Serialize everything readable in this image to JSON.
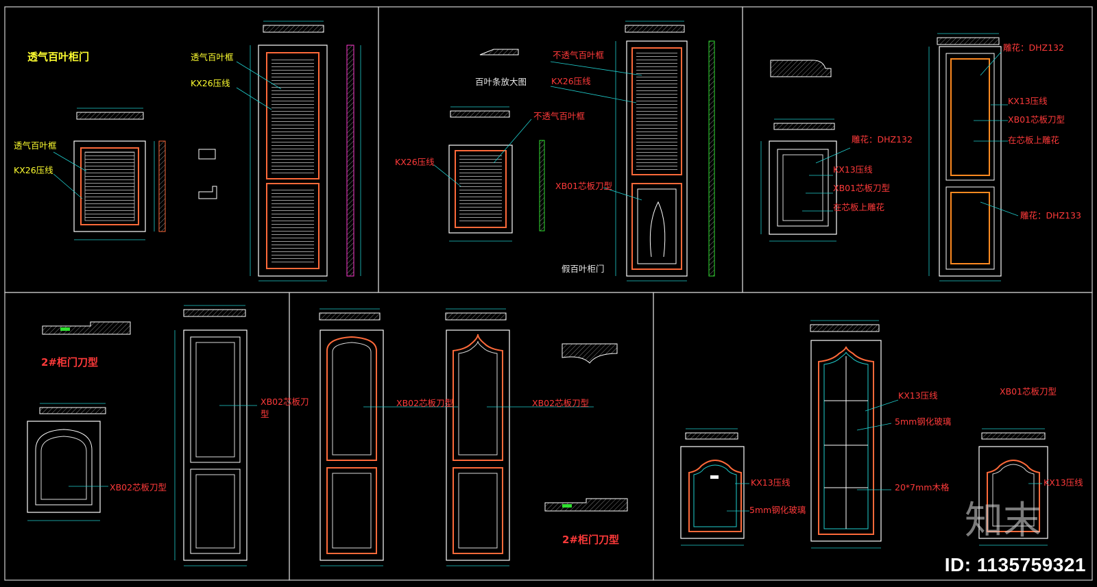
{
  "panels": {
    "p1": {
      "title": "透气百叶柜门",
      "label_louver_frame_top": "透气百叶框",
      "label_kx26_top": "KX26压线",
      "label_louver_frame_left": "透气百叶框",
      "label_kx26_left": "KX26压线"
    },
    "p2": {
      "label_louver_enlarge": "百叶条放大图",
      "label_nonvent_top": "不透气百叶框",
      "label_kx26_right": "KX26压线",
      "label_nonvent_mid": "不透气百叶框",
      "label_kx26_left": "KX26压线",
      "label_xb01": "XB01芯板刀型",
      "label_fake_louver": "假百叶柜门"
    },
    "p3": {
      "label_carving_132_right": "雕花：DHZ132",
      "label_kx13_right": "KX13压线",
      "label_xb01_right": "XB01芯板刀型",
      "label_on_panel_right": "在芯板上雕花",
      "label_carving_133": "雕花：DHZ133",
      "label_carving_132_left": "雕花：DHZ132",
      "label_kx13_left": "KX13压线",
      "label_xb01_left": "XB01芯板刀型",
      "label_on_panel_left": "在芯板上雕花"
    },
    "p4": {
      "label_profile_2": "2#柜门刀型",
      "label_xb02_small": "XB02芯板刀型",
      "label_xb02_tall_a": "XB02芯板刀",
      "label_xb02_tall_b": "型"
    },
    "p5": {
      "label_xb02_a": "XB02芯板刀型",
      "label_xb02_b": "XB02芯板刀型",
      "label_profile_2": "2#柜门刀型"
    },
    "p6": {
      "label_kx13_tall": "KX13压线",
      "label_glass_tall": "5mm钢化玻璃",
      "label_grid": "20*7mm木格",
      "label_kx13_small": "KX13压线",
      "label_glass_small": "5mm钢化玻璃",
      "label_xb01": "XB01芯板刀型",
      "label_kx13_right": "KX13压线"
    }
  },
  "watermark": {
    "logo": "知末",
    "id": "ID: 1135759321"
  },
  "colors": {
    "line": "#ffffff",
    "orange": "#ff6a3a",
    "red": "#ff2020",
    "cyan": "#20d0d0",
    "green": "#30e030",
    "yellow": "#ffff30"
  }
}
